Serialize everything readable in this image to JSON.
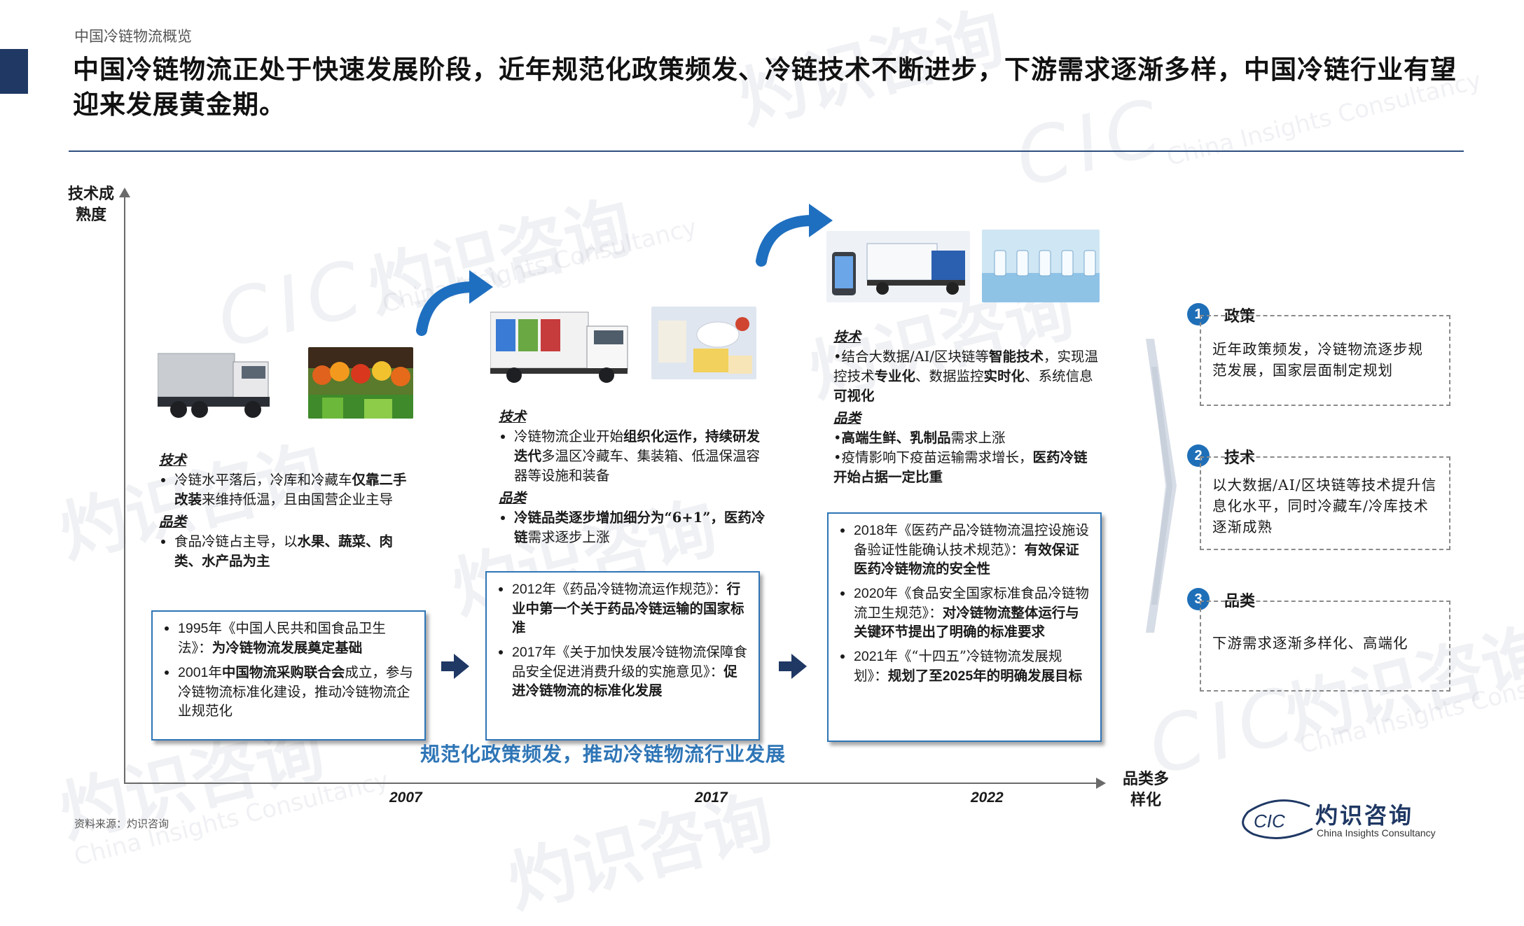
{
  "header": {
    "section_label": "中国冷链物流概览",
    "headline": "中国冷链物流正处于快速发展阶段，近年规范化政策频发、冷链技术不断进步，下游需求逐渐多样，中国冷链行业有望迎来发展黄金期。"
  },
  "axes": {
    "y_label": "技术成熟度",
    "x_label": "品类多样化",
    "years": [
      "2007",
      "2017",
      "2022"
    ]
  },
  "stages": [
    {
      "tech_heading": "技术",
      "tech_items": [
        [
          {
            "t": "冷链水平落后，冷库和冷藏车"
          },
          {
            "t": "仅靠二手改装",
            "b": true
          },
          {
            "t": "来维持低温，且由国营企业主导"
          }
        ]
      ],
      "cat_heading": "品类",
      "cat_items": [
        [
          {
            "t": "食品冷链占主导，以"
          },
          {
            "t": "水果、蔬菜、肉类、水产品为主",
            "b": true
          }
        ]
      ],
      "policies": [
        [
          {
            "t": "1995",
            "y": true
          },
          {
            "t": "年《中国人民共和国食品卫生法》："
          },
          {
            "t": "为冷链物流发展奠定基础",
            "b": true
          }
        ],
        [
          {
            "t": "2001",
            "y": true
          },
          {
            "t": "年"
          },
          {
            "t": "中国物流采购联合会",
            "b": true
          },
          {
            "t": "成立，参与冷链物流标准化建设，推动冷链物流企业规范化"
          }
        ]
      ]
    },
    {
      "tech_heading": "技术",
      "tech_items": [
        [
          {
            "t": "冷链物流企业开始"
          },
          {
            "t": "组织化运作，持续研发迭代",
            "b": true
          },
          {
            "t": "多温区冷藏车、集装箱、低温保温容器等设施和装备"
          }
        ]
      ],
      "cat_heading": "品类",
      "cat_items": [
        [
          {
            "t": "冷链品类逐步增加细分为“6+1”，医药冷链",
            "b": true
          },
          {
            "t": "需求逐步上涨"
          }
        ]
      ],
      "policies": [
        [
          {
            "t": "2012",
            "y": true
          },
          {
            "t": "年《药品冷链物流运作规范》："
          },
          {
            "t": "行业中第一个关于药品冷链运输的国家标准",
            "b": true
          }
        ],
        [
          {
            "t": "2017",
            "y": true
          },
          {
            "t": "年《关于加快发展冷链物流保障食品安全促进消费升级的实施意见》："
          },
          {
            "t": "促进冷链物流的标准化发展",
            "b": true
          }
        ]
      ]
    },
    {
      "tech_heading": "技术",
      "tech_items": [
        [
          {
            "t": "•结合大数据/AI/区块链等"
          },
          {
            "t": "智能技术",
            "b": true
          },
          {
            "t": "，实现温控技术"
          },
          {
            "t": "专业化",
            "b": true
          },
          {
            "t": "、数据监控"
          },
          {
            "t": "实时化",
            "b": true
          },
          {
            "t": "、系统信息"
          },
          {
            "t": "可视化",
            "b": true
          }
        ]
      ],
      "cat_heading": "品类",
      "cat_items": [
        [
          {
            "t": "•"
          },
          {
            "t": "高端生鲜、乳制品",
            "b": true
          },
          {
            "t": "需求上涨"
          }
        ],
        [
          {
            "t": "•疫情影响下疫苗运输需求增长，"
          },
          {
            "t": "医药冷链开始占据一定比重",
            "b": true
          }
        ]
      ],
      "policies": [
        [
          {
            "t": "2018",
            "y": true
          },
          {
            "t": "年《医药产品冷链物流温控设施设备验证性能确认技术规范》："
          },
          {
            "t": "有效保证医药冷链物流的安全性",
            "b": true
          }
        ],
        [
          {
            "t": "2020",
            "y": true
          },
          {
            "t": "年《食品安全国家标准食品冷链物流卫生规范》："
          },
          {
            "t": "对冷链物流整体运行与关键环节提出了明确的标准要求",
            "b": true
          }
        ],
        [
          {
            "t": "2021",
            "y": true
          },
          {
            "t": "年《“十四五”冷链物流发展规划》："
          },
          {
            "t": "规划了至",
            "b": true
          },
          {
            "t": "2025",
            "b": true,
            "y": true
          },
          {
            "t": "年的明确发展目标",
            "b": true
          }
        ]
      ]
    }
  ],
  "bottom_caption": "规范化政策频发，推动冷链物流行业发展",
  "summary": [
    {
      "num": "1",
      "title": "政策",
      "text": "近年政策频发，冷链物流逐步规范发展，国家层面制定规划"
    },
    {
      "num": "2",
      "title": "技术",
      "text": "以大数据/AI/区块链等技术提升信息化水平，同时冷藏车/冷库技术逐渐成熟"
    },
    {
      "num": "3",
      "title": "品类",
      "text": "下游需求逐渐多样化、高端化"
    }
  ],
  "source_note": "资料来源：灼识咨询",
  "logo": {
    "mark": "CIC",
    "name": "灼识咨询",
    "sub": "China Insights Consultancy"
  },
  "watermark": {
    "cn": "灼识咨询",
    "en": "China Insights Consultancy",
    "mark": "CIC"
  },
  "colors": {
    "navy": "#1f3864",
    "accent_blue": "#2e75b6",
    "badge_blue": "#1e6fb8"
  }
}
